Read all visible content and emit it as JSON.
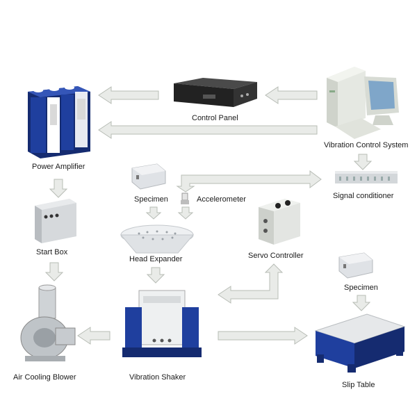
{
  "labels": {
    "power_amplifier": "Power Amplifier",
    "control_panel": "Control Panel",
    "vibration_control_system": "Vibration Control System",
    "signal_conditioner": "Signal conditioner",
    "specimen_top": "Specimen",
    "accelerometer": "Accelerometer",
    "start_box": "Start Box",
    "head_expander": "Head Expander",
    "servo_controller": "Servo Controller",
    "specimen_right": "Specimen",
    "air_cooling_blower": "Air Cooling Blower",
    "vibration_shaker": "Vibration Shaker",
    "slip_table": "Slip Table"
  },
  "colors": {
    "equipment_blue": "#1f3f9e",
    "equipment_dark": "#152b70",
    "panel_black": "#2a2a2a",
    "arrow_fill": "#e9ebe8",
    "arrow_stroke": "#b7bcb5",
    "grey_body": "#dcdfe0"
  }
}
